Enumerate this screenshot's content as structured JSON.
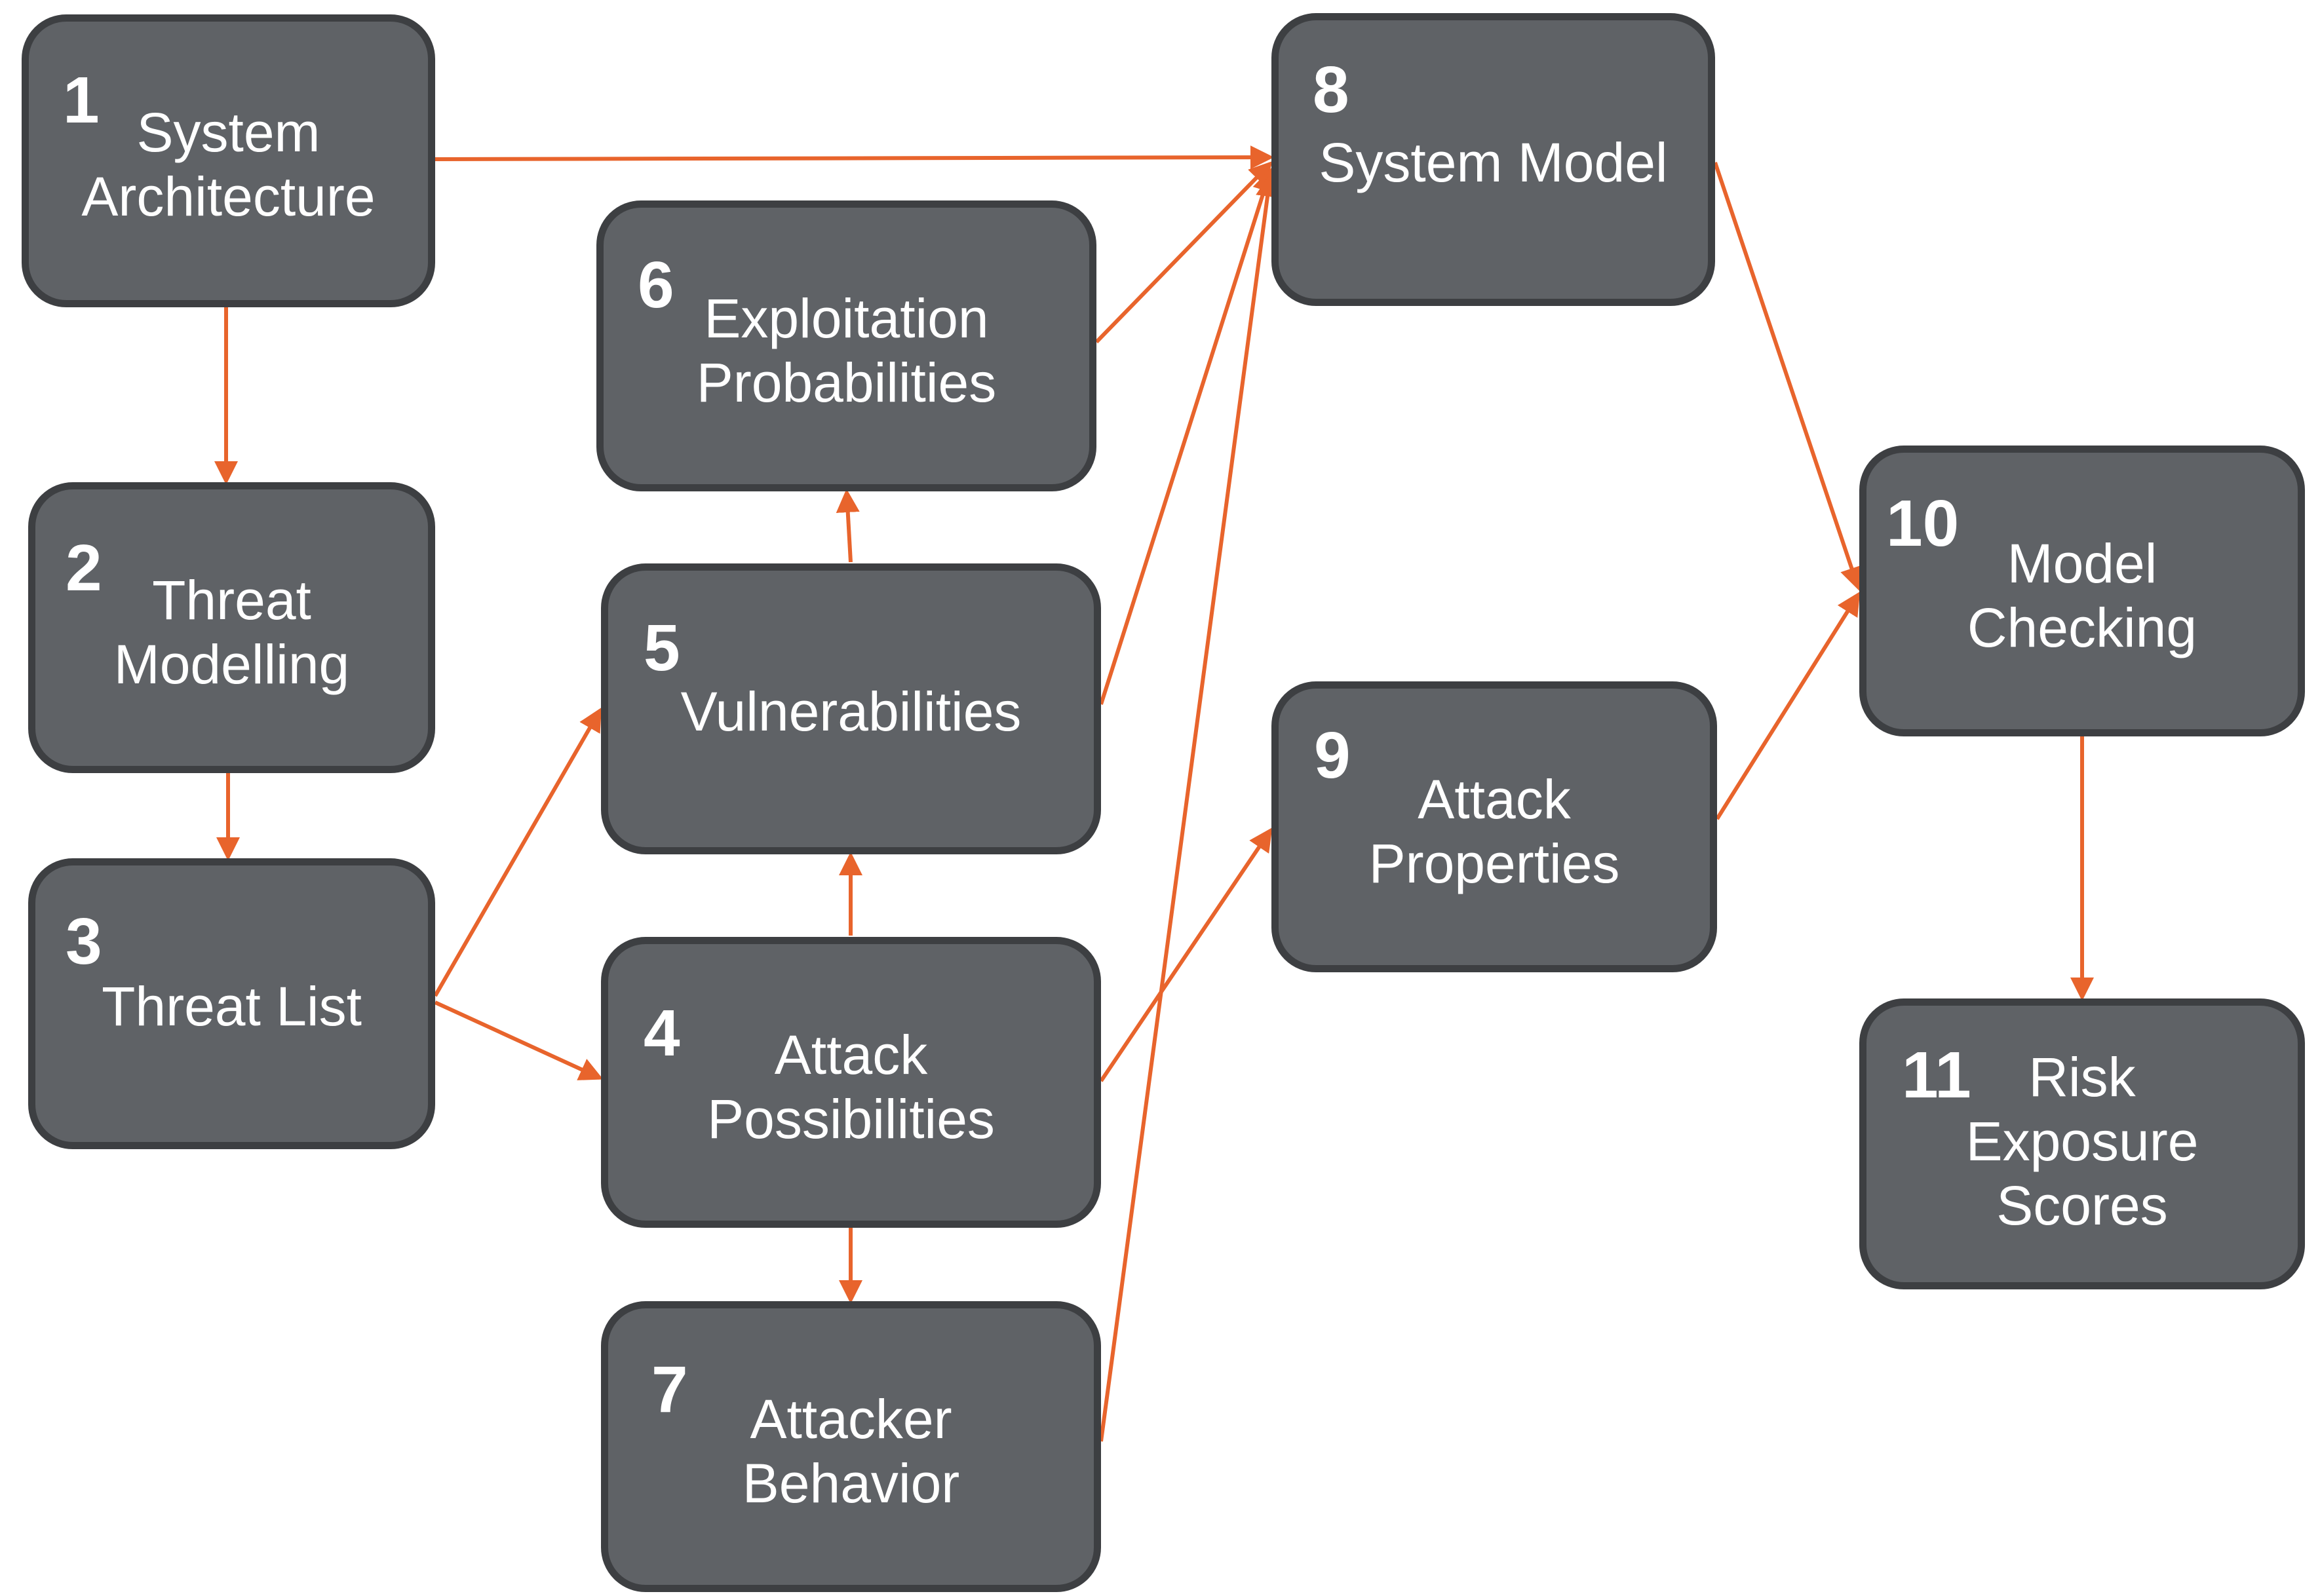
{
  "colors": {
    "box_fill": "#5f6266",
    "box_border": "#3d3f42",
    "text": "#ffffff",
    "arrow": "#e8642c"
  },
  "nodes": {
    "n1": {
      "number": "1",
      "lines": [
        "System",
        "Architecture"
      ]
    },
    "n2": {
      "number": "2",
      "lines": [
        "Threat",
        "Modelling"
      ]
    },
    "n3": {
      "number": "3",
      "lines": [
        "Threat List"
      ]
    },
    "n4": {
      "number": "4",
      "lines": [
        "Attack",
        "Possibilities"
      ]
    },
    "n5": {
      "number": "5",
      "lines": [
        "Vulnerabilities"
      ]
    },
    "n6": {
      "number": "6",
      "lines": [
        "Exploitation",
        "Probabilities"
      ]
    },
    "n7": {
      "number": "7",
      "lines": [
        "Attacker",
        "Behavior"
      ]
    },
    "n8": {
      "number": "8",
      "lines": [
        "System Model"
      ]
    },
    "n9": {
      "number": "9",
      "lines": [
        "Attack",
        "Properties"
      ]
    },
    "n10": {
      "number": "10",
      "lines": [
        "Model",
        "Checking"
      ]
    },
    "n11": {
      "number": "11",
      "lines": [
        "Risk",
        "Exposure",
        "Scores"
      ]
    }
  },
  "edges": [
    {
      "from": "1",
      "to": "2"
    },
    {
      "from": "1",
      "to": "8"
    },
    {
      "from": "2",
      "to": "3"
    },
    {
      "from": "3",
      "to": "5"
    },
    {
      "from": "3",
      "to": "4"
    },
    {
      "from": "4",
      "to": "5"
    },
    {
      "from": "5",
      "to": "6"
    },
    {
      "from": "4",
      "to": "7"
    },
    {
      "from": "6",
      "to": "8"
    },
    {
      "from": "5",
      "to": "8"
    },
    {
      "from": "7",
      "to": "8"
    },
    {
      "from": "4",
      "to": "9"
    },
    {
      "from": "8",
      "to": "10"
    },
    {
      "from": "9",
      "to": "10"
    },
    {
      "from": "10",
      "to": "11"
    }
  ]
}
